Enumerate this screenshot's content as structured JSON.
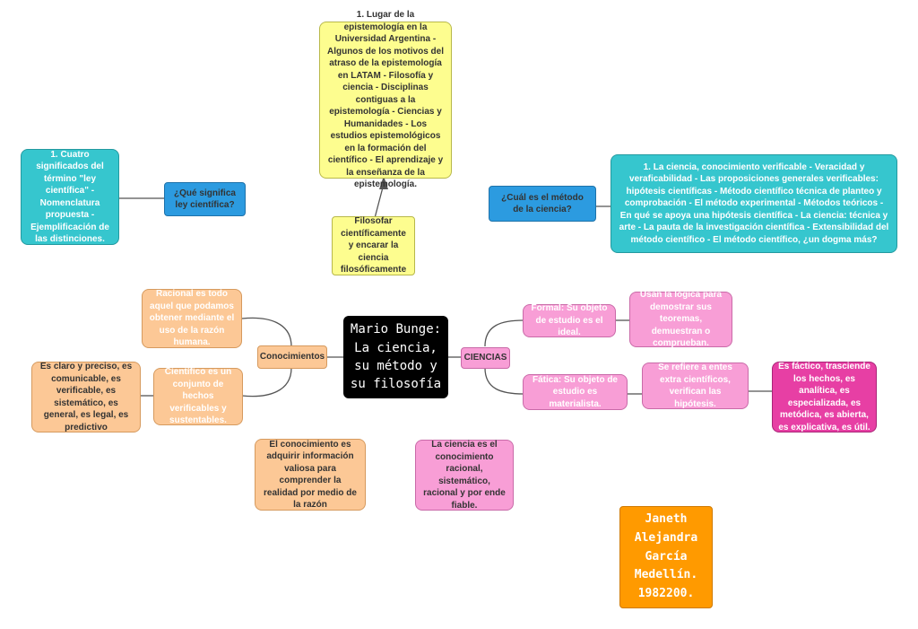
{
  "central": "Mario Bunge: La ciencia, su método y su filosofía",
  "top_box": "1. Lugar de la epistemología en la Universidad Argentina - Algunos de los motivos del atraso de la epistemología en LATAM - Filosofía y ciencia - Disciplinas contiguas a la epistemología - Ciencias y Humanidades - Los estudios epistemológicos en la formación del científico - El aprendizaje y la enseñanza de la epistemología.",
  "filosofar": "Filosofar científicamente y encarar la ciencia filosóficamente",
  "left_question": "¿Qué significa ley científica?",
  "left_answer": "1. Cuatro significados del término \"ley científica\" - Nomenclatura propuesta - Ejemplificación de las distinciones.",
  "right_question": "¿Cuál es el método de la ciencia?",
  "right_answer": "1. La ciencia, conocimiento verificable - Veracidad y veraficabilidad - Las proposiciones generales verificables: hipótesis científicas - Método científico técnica de planteo y comprobación - El método experimental - Métodos teóricos - En qué se apoya una hipótesis científica - La ciencia: técnica y arte - La pauta de la investigación científica - Extensibilidad del método científico - El método científico, ¿un dogma más?",
  "conocimientos": "Conocimientos",
  "racional": "Racional es todo aquel que podamos obtener mediante el uso de la razón humana.",
  "cientifico": "Científico es un conjunto de hechos verificables y sustentables.",
  "claro": "Es claro y preciso, es comunicable, es verificable, es sistemático, es general, es legal, es predictivo",
  "conocimiento_def": "El conocimiento es adquirir información valiosa para comprender la realidad por medio de la razón",
  "ciencias": "CIENCIAS",
  "formal": "Formal: Su objeto de estudio es el ideal.",
  "formal_desc": "Usan la lógica para demostrar sus teoremas, demuestran o comprueban.",
  "factica": "Fática: Su objeto de estudio es materialista.",
  "factica_desc": "Se refiere a entes extra científicos, verifican las hipótesis.",
  "factico_props": "Es fáctico, trasciende los hechos, es analítica, es especializada, es metódica, es abierta, es explicativa, es útil.",
  "ciencia_def": "La ciencia es el conocimiento racional, sistemático, racional y por ende fiable.",
  "author": "Janeth Alejandra García Medellín. 1982200."
}
